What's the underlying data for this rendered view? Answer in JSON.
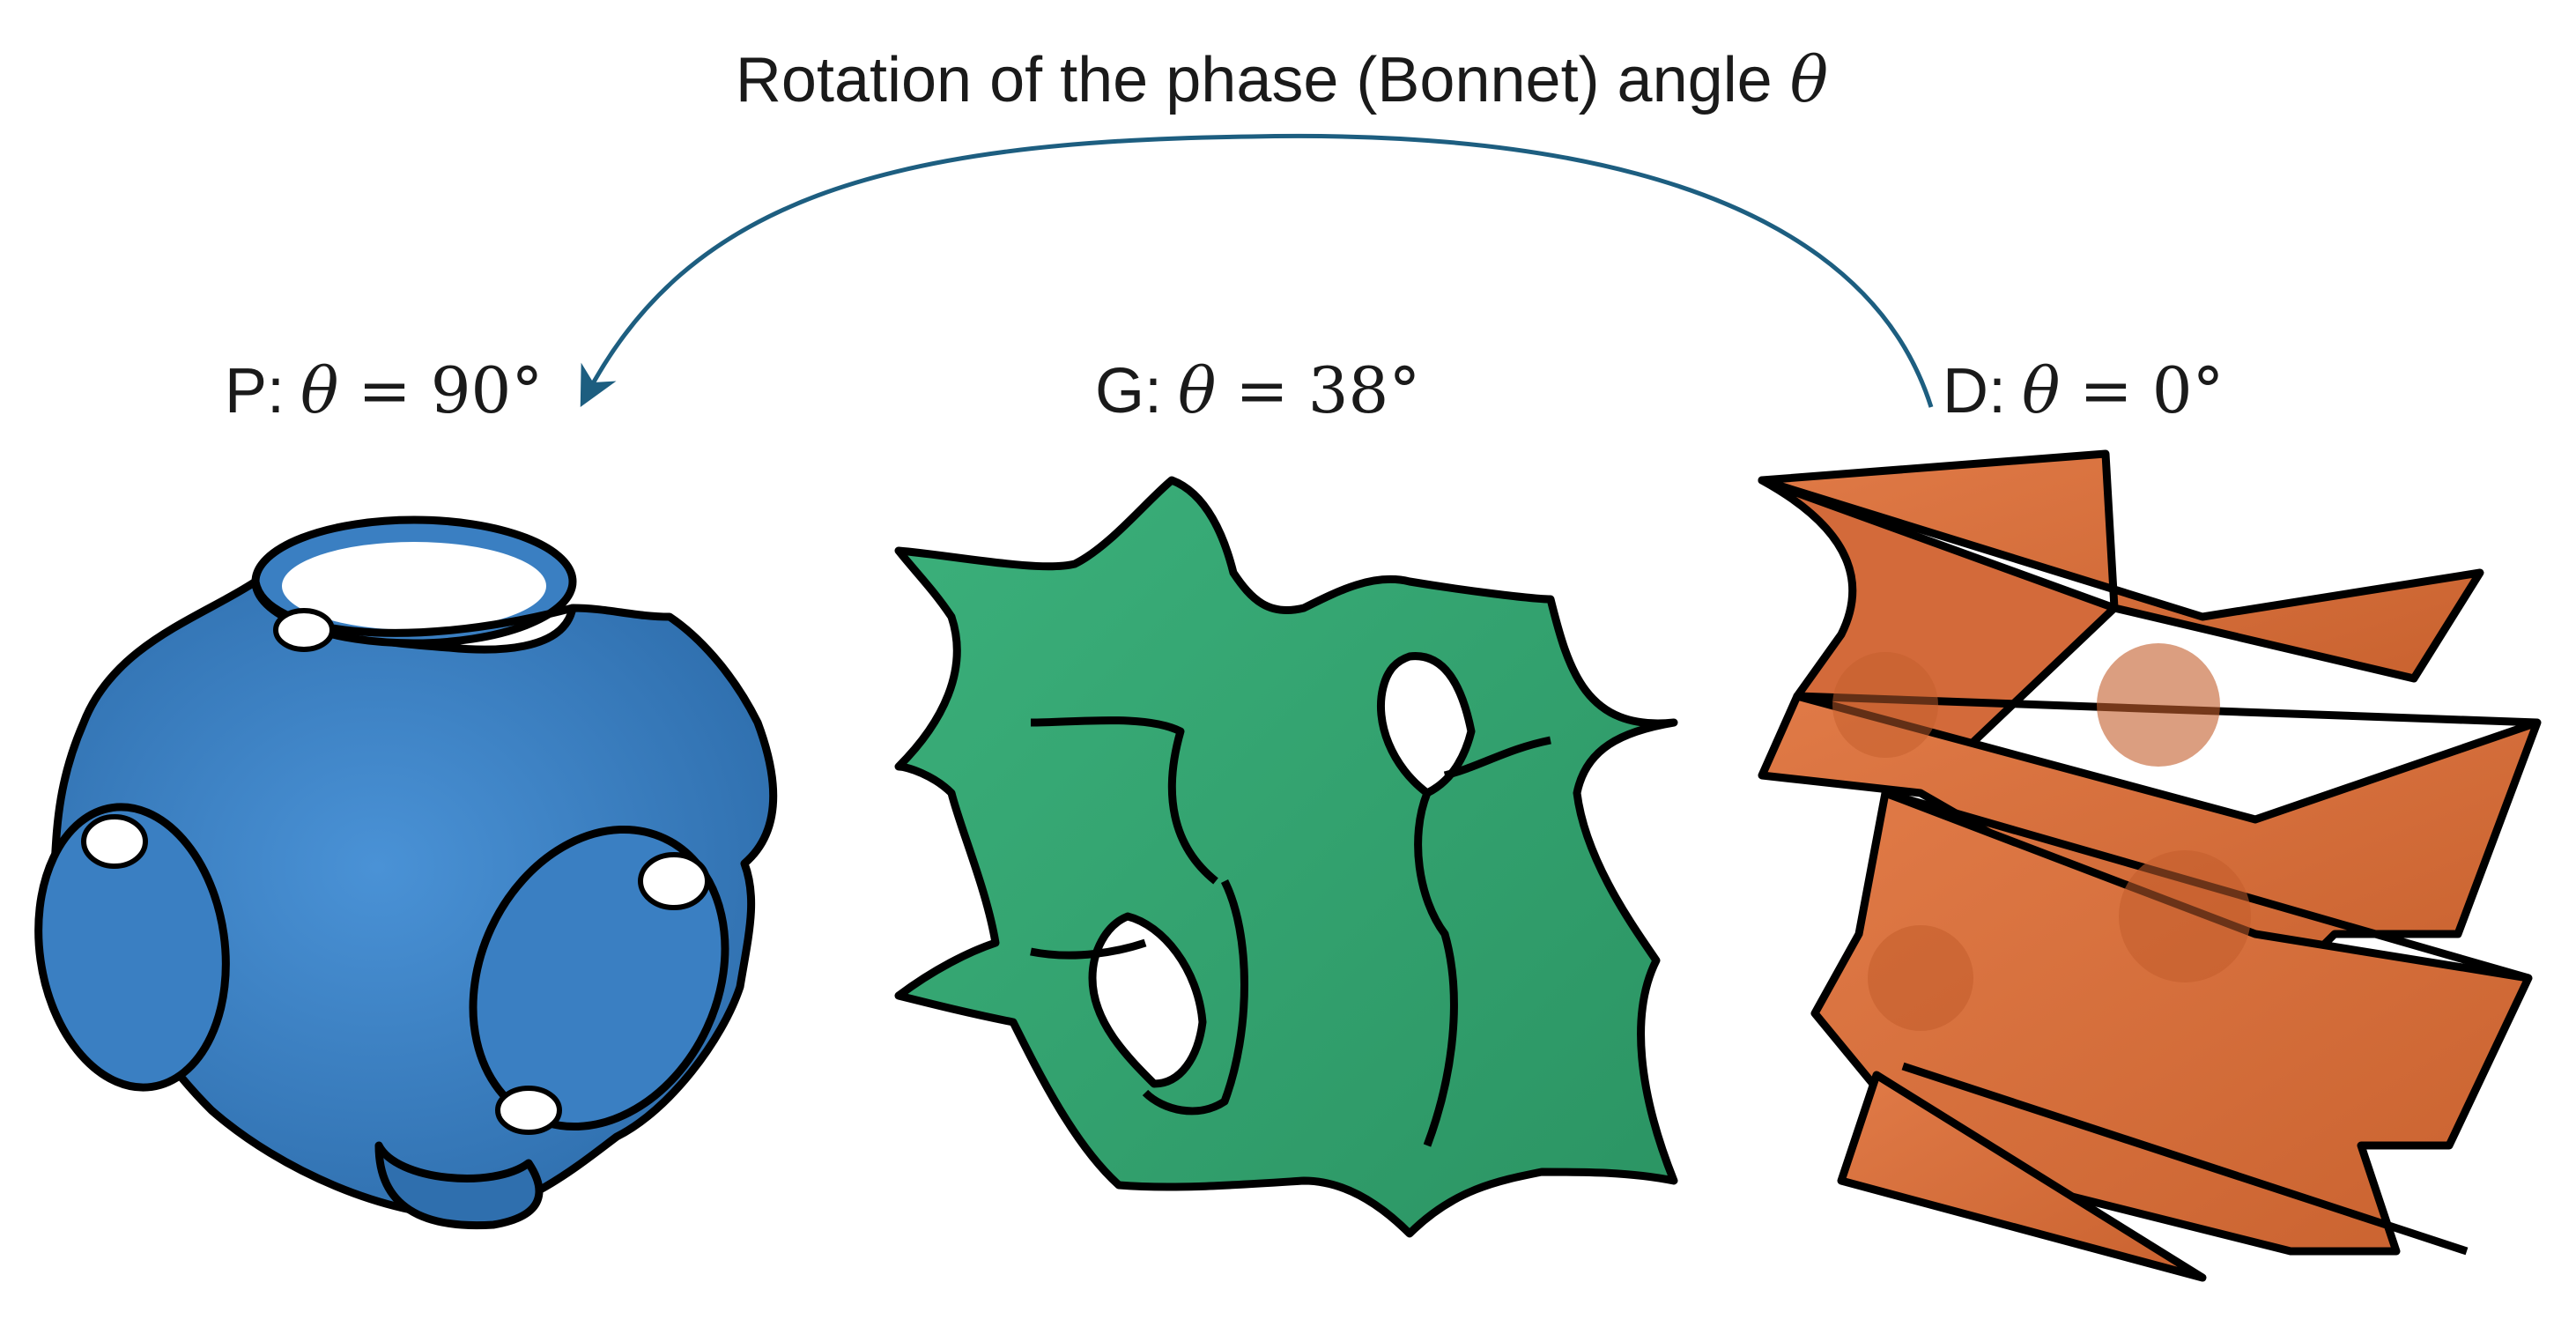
{
  "title": {
    "prefix": "Rotation of the phase (Bonnet) angle ",
    "symbol": "θ"
  },
  "labels": [
    {
      "id": "P",
      "letter": "P:",
      "symbol": "θ",
      "equals": "=",
      "value": "90°",
      "color": "#3f86cc"
    },
    {
      "id": "G",
      "letter": "G:",
      "symbol": "θ",
      "equals": "=",
      "value": "38°",
      "color": "#33a470"
    },
    {
      "id": "D",
      "letter": "D:",
      "symbol": "θ",
      "equals": "=",
      "value": "0°",
      "color": "#d97040"
    }
  ],
  "colors": {
    "arrow": "#1d5e80",
    "outline": "#000000",
    "p_surface": "#3f86cc",
    "g_surface": "#33a470",
    "d_surface": "#d97040"
  }
}
